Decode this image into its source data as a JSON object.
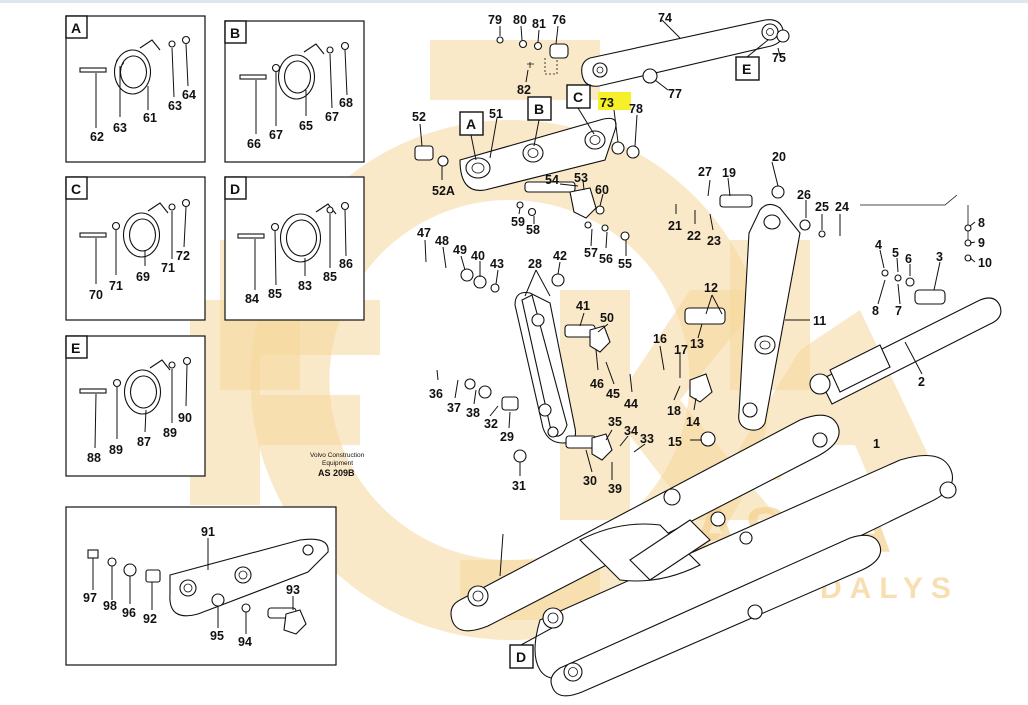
{
  "diagram": {
    "note_line1": "Volvo Construction",
    "note_line2": "Equipment",
    "note_code": "AS 209B",
    "highlighted_part": "73",
    "highlight_color": "#f7ef2a",
    "watermark": {
      "brand": "BASKA",
      "sub": "DALYS",
      "color": "#f3cf8c"
    },
    "detail_boxes": [
      {
        "letter": "A",
        "parts": [
          "62",
          "63",
          "61",
          "63",
          "64"
        ]
      },
      {
        "letter": "B",
        "parts": [
          "66",
          "67",
          "65",
          "67",
          "68"
        ]
      },
      {
        "letter": "C",
        "parts": [
          "70",
          "71",
          "69",
          "71",
          "72"
        ]
      },
      {
        "letter": "D",
        "parts": [
          "84",
          "85",
          "83",
          "85",
          "86"
        ]
      },
      {
        "letter": "E",
        "parts": [
          "88",
          "89",
          "87",
          "89",
          "90"
        ]
      }
    ],
    "lower_box": {
      "parts": [
        "91",
        "97",
        "98",
        "96",
        "92",
        "93",
        "95",
        "94"
      ]
    },
    "callout_letters": [
      "A",
      "B",
      "C",
      "D",
      "E"
    ],
    "main_parts": [
      "1",
      "2",
      "3",
      "4",
      "5",
      "6",
      "7",
      "8",
      "8",
      "9",
      "10",
      "11",
      "12",
      "13",
      "14",
      "15",
      "16",
      "17",
      "18",
      "19",
      "20",
      "21",
      "22",
      "23",
      "24",
      "25",
      "26",
      "27",
      "28",
      "29",
      "30",
      "31",
      "32",
      "33",
      "34",
      "35",
      "36",
      "37",
      "38",
      "39",
      "40",
      "41",
      "42",
      "43",
      "44",
      "45",
      "46",
      "47",
      "48",
      "49",
      "50",
      "51",
      "52",
      "52A",
      "53",
      "54",
      "55",
      "56",
      "57",
      "58",
      "59",
      "60",
      "73",
      "74",
      "75",
      "76",
      "77",
      "78",
      "79",
      "80",
      "81",
      "82"
    ]
  }
}
